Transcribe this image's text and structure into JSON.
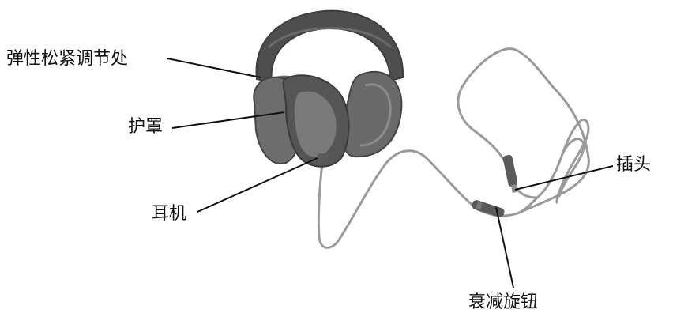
{
  "labels": {
    "elastic_adjust": "弹性松紧调节处",
    "ear_cover": "护罩",
    "earphone": "耳机",
    "plug": "插头",
    "attenuation_knob": "衰减旋钮"
  },
  "colors": {
    "headband": "#4e4e4e",
    "earcup_dark": "#555555",
    "earcup_mid": "#6a6a6a",
    "earcup_light": "#8c8c8c",
    "cable": "#9a9a9a",
    "leader_line": "#111111",
    "text": "#111111"
  }
}
